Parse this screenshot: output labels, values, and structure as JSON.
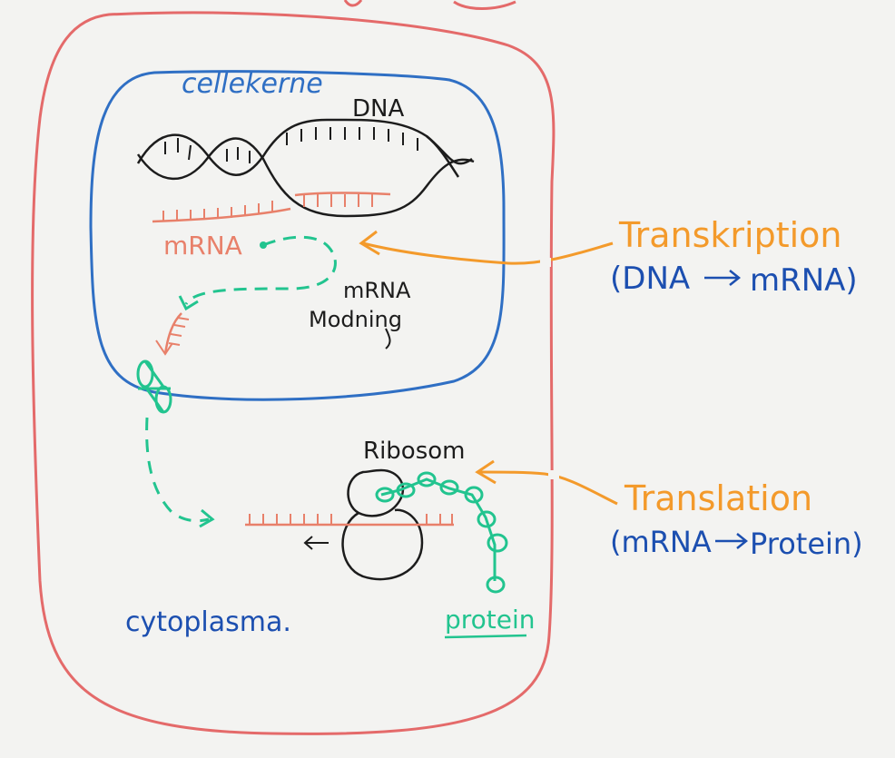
{
  "colors": {
    "cell_border": "#e46a6a",
    "nucleus_border": "#2f6fc4",
    "dna": "#1c1c1c",
    "mrna": "#e8806a",
    "green": "#22c48f",
    "orange": "#f39a2b",
    "blue_text": "#1c4fb0",
    "black_text": "#1c1c1c",
    "background": "#f3f3f1"
  },
  "labels": {
    "nucleus": "cellekerne",
    "dna": "DNA",
    "mrna": "mRNA",
    "mrna_maturation_line1": "mRNA",
    "mrna_maturation_line2": "Modning",
    "ribosome": "Ribosom",
    "protein": "protein",
    "cytoplasm": "cytoplasma."
  },
  "processes": {
    "transcription_title": "Transkription",
    "transcription_formula_left": "(DNA",
    "transcription_formula_right": "mRNA)",
    "translation_title": "Translation",
    "translation_formula_left": "(mRNA",
    "translation_formula_right": "Protein)"
  },
  "icons": {
    "nuclear_pore": "nuclear-pore-icon",
    "ribosome": "ribosome-icon"
  }
}
